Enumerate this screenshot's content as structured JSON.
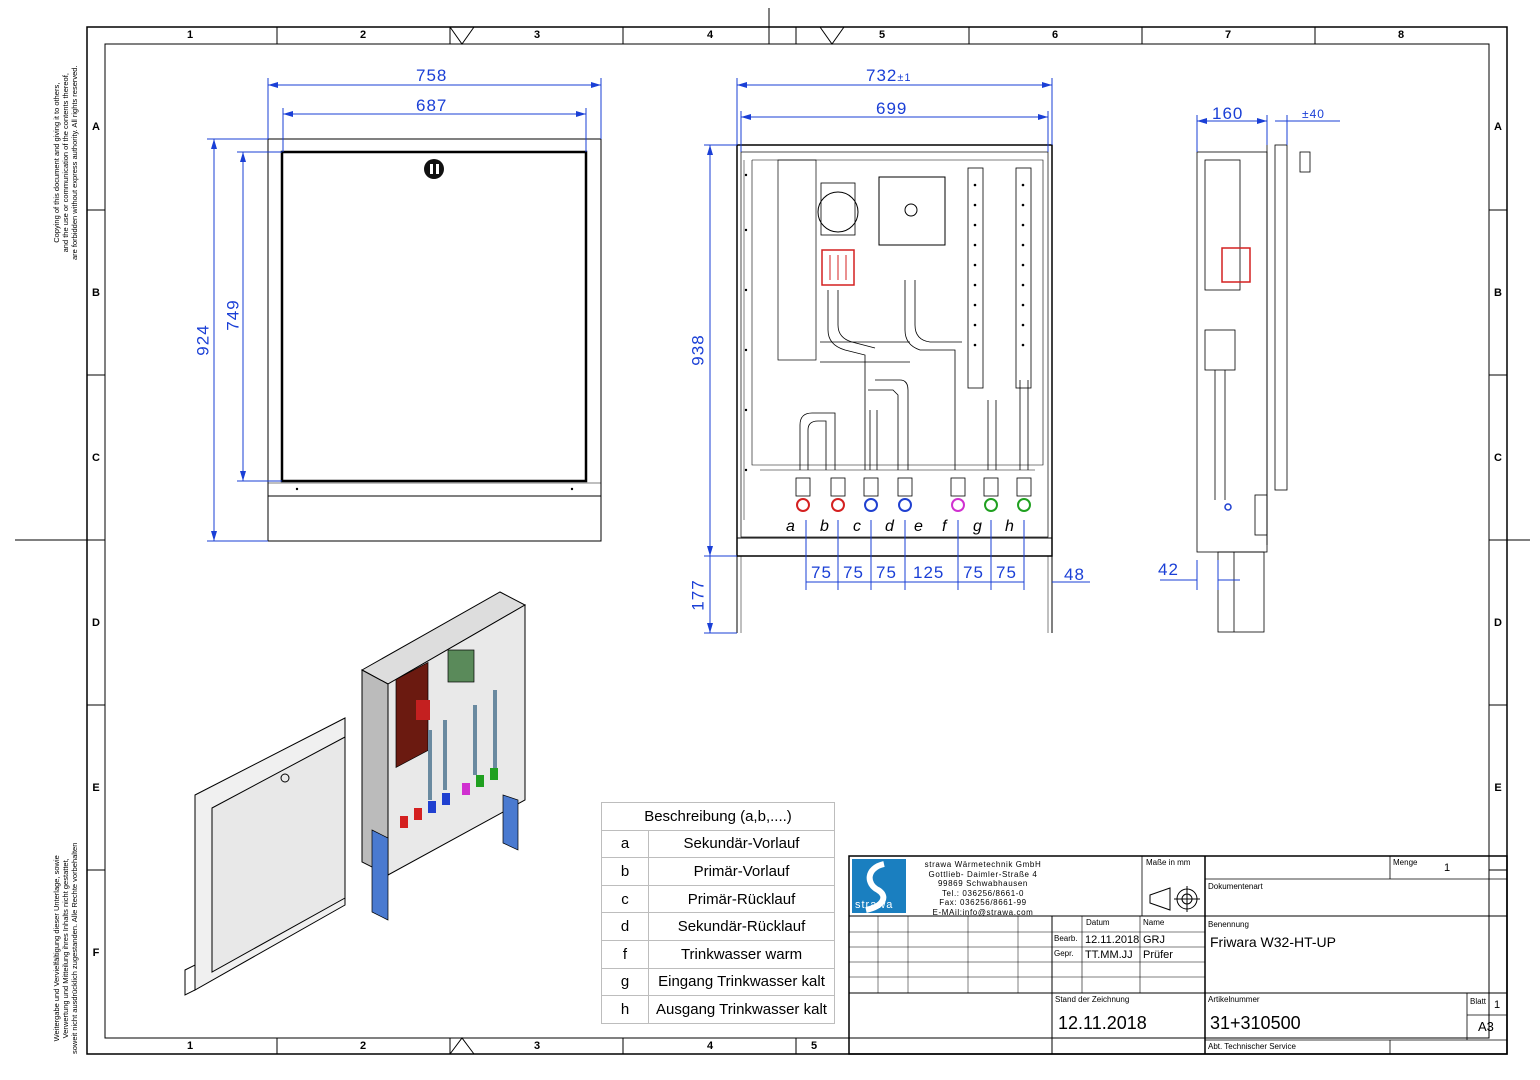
{
  "frame": {
    "columns": [
      "1",
      "2",
      "3",
      "4",
      "5",
      "6",
      "7",
      "8"
    ],
    "rows": [
      "A",
      "B",
      "C",
      "D",
      "E",
      "F"
    ],
    "bottom_columns": [
      "1",
      "2",
      "3",
      "4",
      "5"
    ]
  },
  "side_notes": {
    "top_lines": [
      "Copying of this document and giving it to others,",
      "and the use or communication of the contents thereof,",
      "are forbidden without express authority. All rights reserved."
    ],
    "bottom_lines": [
      "Weitergabe und Vervielfältigung dieser Unterlage, sowie",
      "Verwertung und Mitteilung ihres Inhalts nicht gestattet,",
      "soweit nicht ausdrücklich zugestanden. Alle Rechte vorbehalten"
    ]
  },
  "dimensions": {
    "front": {
      "outer_width": "758",
      "inner_width": "687",
      "outer_height": "924",
      "inner_height": "749"
    },
    "open": {
      "outer_width": "732",
      "tolerance": "±1",
      "inner_width": "699",
      "height": "938",
      "foot_height": "177",
      "spacings": [
        "75",
        "75",
        "75",
        "125",
        "75",
        "75"
      ],
      "side_offset": "48",
      "connections": [
        "a",
        "b",
        "c",
        "d",
        "e",
        "f",
        "g",
        "h"
      ]
    },
    "side": {
      "depth": "160",
      "adjust": "±40",
      "foot_depth": "42"
    }
  },
  "description_table": {
    "header": "Beschreibung (a,b,....)",
    "rows": [
      {
        "key": "a",
        "value": "Sekundär-Vorlauf"
      },
      {
        "key": "b",
        "value": "Primär-Vorlauf"
      },
      {
        "key": "c",
        "value": "Primär-Rücklauf"
      },
      {
        "key": "d",
        "value": "Sekundär-Rücklauf"
      },
      {
        "key": "f",
        "value": "Trinkwasser warm"
      },
      {
        "key": "g",
        "value": "Eingang Trinkwasser kalt"
      },
      {
        "key": "h",
        "value": "Ausgang Trinkwasser kalt"
      }
    ]
  },
  "title_block": {
    "logo_text": "strawa",
    "company_lines": [
      "strawa Wärmetechnik GmbH",
      "Gottlieb- Daimler-Straße 4",
      "99869 Schwabhausen",
      "Tel.: 036256/8661-0",
      "Fax: 036256/8661-99",
      "E-MAil:info@strawa.com"
    ],
    "units_label": "Maße in mm",
    "datum_label": "Datum",
    "name_label": "Name",
    "bearb_label": "Bearb.",
    "bearb_date": "12.11.2018",
    "bearb_name": "GRJ",
    "gepr_label": "Gepr.",
    "gepr_date": "TT.MM.JJ",
    "gepr_name": "Prüfer",
    "stand_label": "Stand der Zeichnung",
    "stand_value": "12.11.2018",
    "menge_label": "Menge",
    "menge_value": "1",
    "dokart_label": "Dokumentenart",
    "benennung_label": "Benennung",
    "benennung_value": "Friwara W32-HT-UP",
    "artikel_label": "Artikelnummer",
    "artikel_value": "31+310500",
    "blatt_label": "Blatt",
    "blatt_value": "1",
    "format_value": "A3",
    "dept_value": "Abt. Technischer Service"
  },
  "colors": {
    "dimension": "#1a3fd6",
    "red": "#d42020",
    "blue": "#2040d0",
    "magenta": "#d030d0",
    "green": "#20a020",
    "logo_blue": "#1a7fc0"
  }
}
